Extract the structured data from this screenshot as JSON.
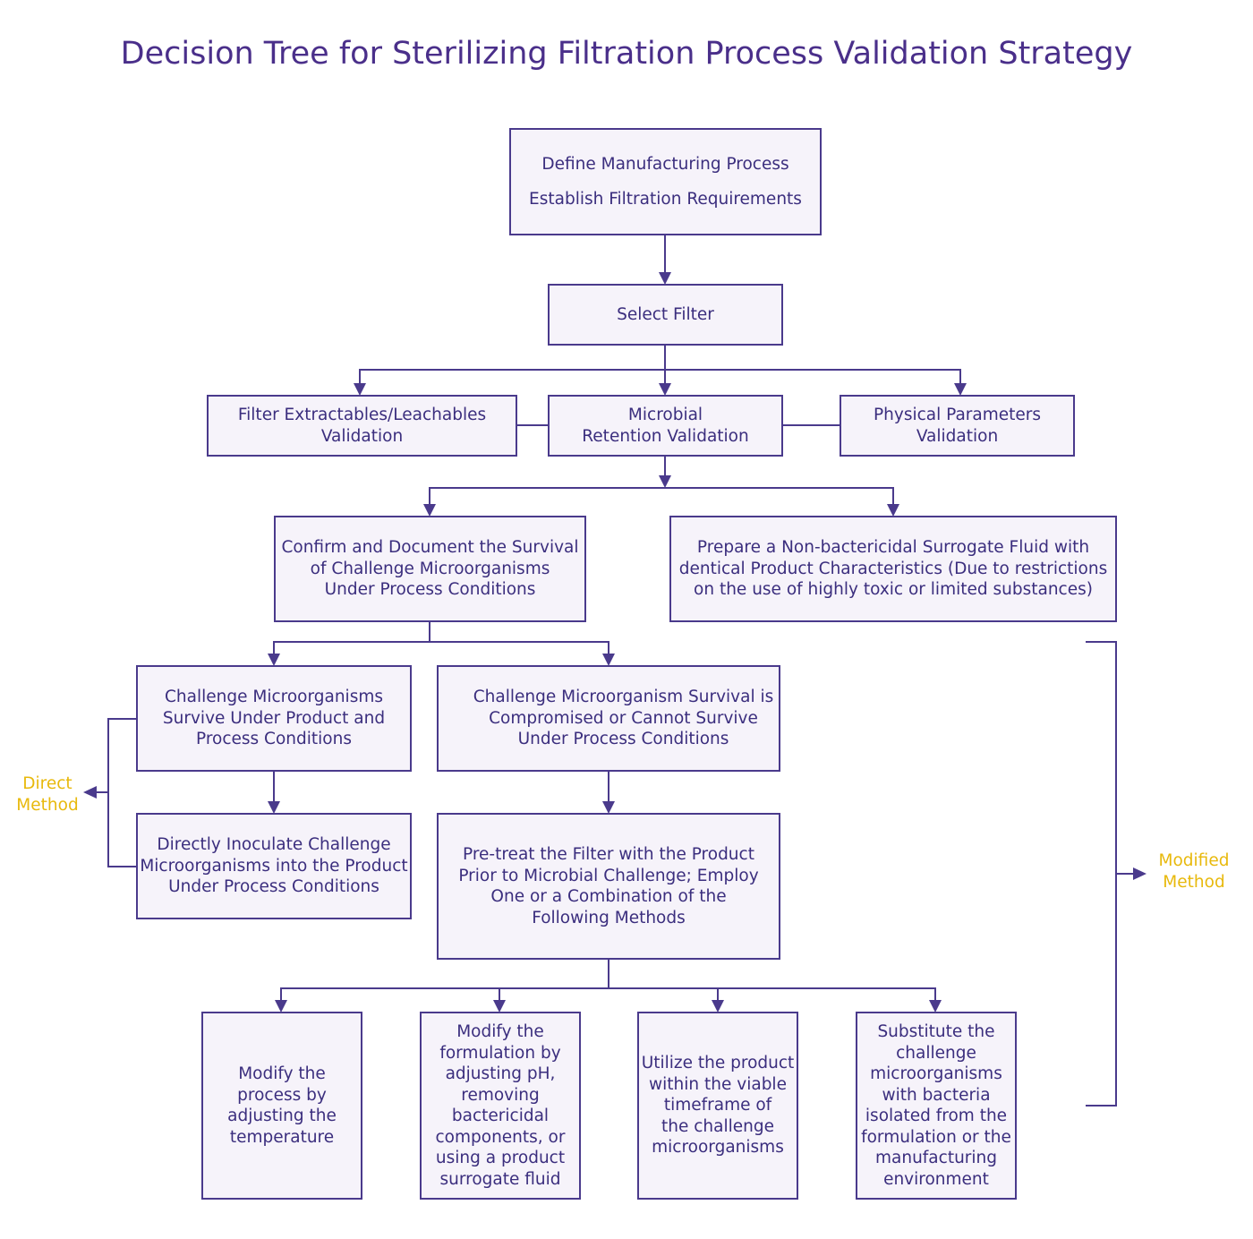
{
  "title": "Decision Tree for Sterilizing Filtration Process Validation Strategy",
  "colors": {
    "title": "#4a2f8a",
    "box_border": "#4a3a8c",
    "box_fill": "#f6f3fa",
    "text": "#3b2e7e",
    "side_label": "#e8b90c"
  },
  "nodes": {
    "define": [
      "Define Manufacturing Process",
      "Establish Filtration Requirements"
    ],
    "select_filter": [
      "Select Filter"
    ],
    "extractables": [
      "Filter Extractables/Leachables",
      "Validation"
    ],
    "microbial": [
      "Microbial",
      "Retention Validation"
    ],
    "physical": [
      "Physical Parameters",
      "Validation"
    ],
    "confirm_survival": [
      "Confirm and Document the Survival",
      "of Challenge Microorganisms",
      "Under Process Conditions"
    ],
    "surrogate_fluid": [
      "Prepare a Non-bactericidal Surrogate Fluid with",
      "dentical Product Characteristics (Due to restrictions",
      "on the use of highly toxic or limited substances)"
    ],
    "survive": [
      "Challenge Microorganisms",
      "Survive Under Product and",
      "Process Conditions"
    ],
    "compromised": [
      "Challenge Microorganism Survival is",
      "Compromised or Cannot Survive",
      "Under Process Conditions"
    ],
    "inoculate": [
      "Directly Inoculate Challenge",
      "Microorganisms into the Product",
      "Under Process Conditions"
    ],
    "pretreat": [
      "Pre-treat the Filter with the Product",
      "Prior to Microbial Challenge; Employ",
      "One or a Combination of the",
      "Following Methods"
    ],
    "temperature": [
      "Modify the",
      "process by",
      "adjusting the",
      "temperature"
    ],
    "formulation": [
      "Modify the",
      "formulation by",
      "adjusting pH,",
      "removing",
      "bactericidal",
      "components, or",
      "using a product",
      "surrogate fluid"
    ],
    "viable": [
      "Utilize the product",
      "within the viable",
      "timeframe of",
      "the challenge",
      "microorganisms"
    ],
    "substitute": [
      "Substitute the",
      "challenge",
      "microorganisms",
      "with bacteria",
      "isolated from the",
      "formulation or the",
      "manufacturing",
      "environment"
    ]
  },
  "side_labels": {
    "direct": [
      "Direct",
      "Method"
    ],
    "modified": [
      "Modified",
      "Method"
    ]
  }
}
